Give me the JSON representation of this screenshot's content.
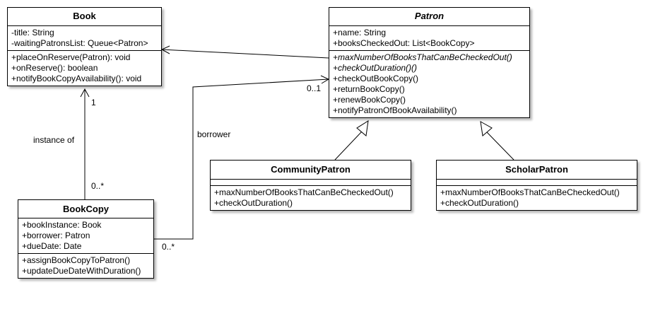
{
  "classes": {
    "book": {
      "name": "Book",
      "attributes": [
        "-title: String",
        "-waitingPatronsList: Queue<Patron>"
      ],
      "operations": [
        "+placeOnReserve(Patron): void",
        "+onReserve(): boolean",
        "+notifyBookCopyAvailability(): void"
      ]
    },
    "patron": {
      "name": "Patron",
      "attributes": [
        "+name: String",
        "+booksCheckedOut: List<BookCopy>"
      ],
      "operations": [
        "+maxNumberOfBooksThatCanBeCheckedOut()",
        "+checkOutDuration()()",
        "+checkOutBookCopy()",
        "+returnBookCopy()",
        "+renewBookCopy()",
        "+notifyPatronOfBookAvailability()"
      ]
    },
    "community_patron": {
      "name": "CommunityPatron",
      "operations": [
        "+maxNumberOfBooksThatCanBeCheckedOut()",
        "+checkOutDuration()"
      ]
    },
    "scholar_patron": {
      "name": "ScholarPatron",
      "operations": [
        "+maxNumberOfBooksThatCanBeCheckedOut()",
        "+checkOutDuration()"
      ]
    },
    "book_copy": {
      "name": "BookCopy",
      "attributes": [
        "+bookInstance: Book",
        "+borrower: Patron",
        "+dueDate: Date"
      ],
      "operations": [
        "+assignBookCopyToPatron()",
        "+updateDueDateWithDuration()"
      ]
    }
  },
  "labels": {
    "instance_of": "instance of",
    "book_mult": "1",
    "bookcopy_book_mult": "0..*",
    "borrower": "borrower",
    "patron_mult": "0..1",
    "bookcopy_patron_mult": "0..*"
  }
}
